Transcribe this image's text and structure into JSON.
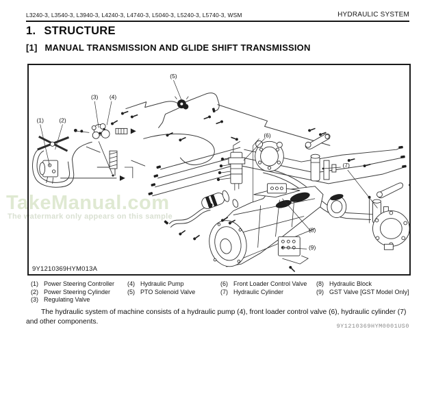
{
  "header": {
    "left": "L3240-3, L3540-3, L3940-3, L4240-3, L4740-3, L5040-3, L5240-3, L5740-3, WSM",
    "right": "HYDRAULIC SYSTEM"
  },
  "section": {
    "number": "1.",
    "title": "STRUCTURE"
  },
  "subsection": {
    "number": "[1]",
    "title": "MANUAL TRANSMISSION AND GLIDE SHIFT TRANSMISSION"
  },
  "diagram": {
    "figure_number": "9Y1210369HYM013A",
    "watermark": {
      "line1": "TakeManual.com",
      "line2": "The watermark only appears on this sample",
      "color_large": "#dfe9d2",
      "color_small": "#d9e0d2"
    },
    "callouts": {
      "c1": "(1)",
      "c2": "(2)",
      "c3": "(3)",
      "c4": "(4)",
      "c5": "(5)",
      "c6": "(6)",
      "c7": "(7)",
      "c8": "(8)",
      "c9": "(9)"
    }
  },
  "legend": {
    "columns": [
      {
        "items": [
          {
            "num": "(1)",
            "label": "Power Steering Controller"
          },
          {
            "num": "(2)",
            "label": "Power Steering Cylinder"
          },
          {
            "num": "(3)",
            "label": "Regulating Valve"
          }
        ]
      },
      {
        "items": [
          {
            "num": "(4)",
            "label": "Hydraulic Pump"
          },
          {
            "num": "(5)",
            "label": "PTO Solenoid Valve"
          }
        ]
      },
      {
        "items": [
          {
            "num": "(6)",
            "label": "Front Loader Control Valve"
          },
          {
            "num": "(7)",
            "label": "Hydraulic Cylinder"
          }
        ]
      },
      {
        "items": [
          {
            "num": "(8)",
            "label": "Hydraulic Block"
          },
          {
            "num": "(9)",
            "label": "GST Valve [GST Model Only]"
          }
        ]
      }
    ]
  },
  "body_text": "The hydraulic system of machine consists of a hydraulic pump (4), front loader control valve (6), hydraulic cylinder (7) and other components.",
  "page_code": "9Y1210369HYM0001US0"
}
